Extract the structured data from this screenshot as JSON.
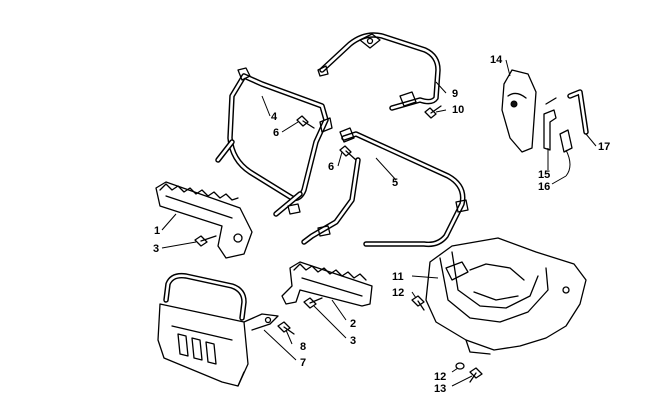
{
  "callouts": [
    {
      "id": "c1",
      "label": "1"
    },
    {
      "id": "c2",
      "label": "2"
    },
    {
      "id": "c3a",
      "label": "3"
    },
    {
      "id": "c3b",
      "label": "3"
    },
    {
      "id": "c4",
      "label": "4"
    },
    {
      "id": "c5",
      "label": "5"
    },
    {
      "id": "c6a",
      "label": "6"
    },
    {
      "id": "c6b",
      "label": "6"
    },
    {
      "id": "c7",
      "label": "7"
    },
    {
      "id": "c8",
      "label": "8"
    },
    {
      "id": "c9",
      "label": "9"
    },
    {
      "id": "c10",
      "label": "10"
    },
    {
      "id": "c11",
      "label": "11"
    },
    {
      "id": "c12a",
      "label": "12"
    },
    {
      "id": "c12b",
      "label": "12"
    },
    {
      "id": "c13",
      "label": "13"
    },
    {
      "id": "c14",
      "label": "14"
    },
    {
      "id": "c15",
      "label": "15"
    },
    {
      "id": "c16",
      "label": "16"
    },
    {
      "id": "c17",
      "label": "17"
    }
  ]
}
